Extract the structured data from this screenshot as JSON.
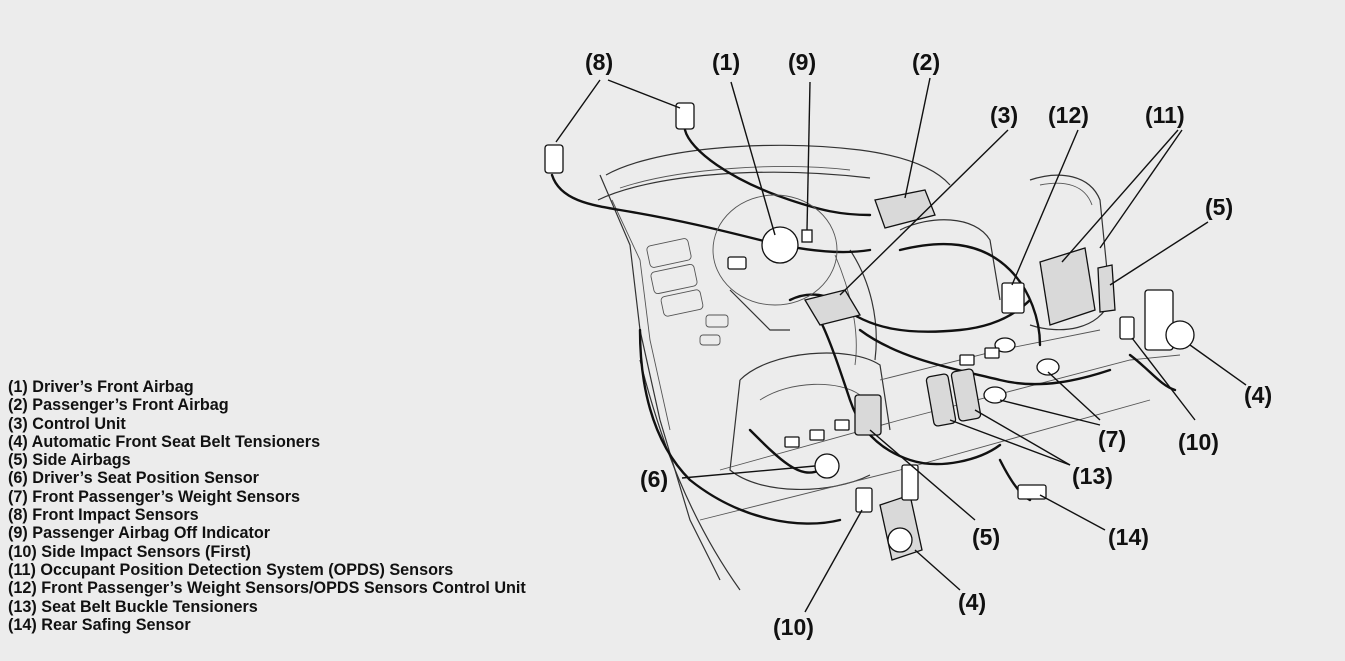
{
  "callouts": {
    "c8a": "(8)",
    "c1": "(1)",
    "c9": "(9)",
    "c2": "(2)",
    "c3": "(3)",
    "c12": "(12)",
    "c11": "(11)",
    "c5a": "(5)",
    "c4a": "(4)",
    "c10a": "(10)",
    "c7": "(7)",
    "c13": "(13)",
    "c6": "(6)",
    "c5b": "(5)",
    "c14": "(14)",
    "c4b": "(4)",
    "c10b": "(10)"
  },
  "legend": [
    "(1) Driver’s Front Airbag",
    "(2) Passenger’s Front Airbag",
    "(3) Control Unit",
    "(4) Automatic Front Seat Belt Tensioners",
    "(5) Side Airbags",
    "(6) Driver’s Seat Position Sensor",
    "(7) Front Passenger’s Weight Sensors",
    "(8) Front Impact Sensors",
    "(9) Passenger Airbag Off Indicator",
    "(10) Side Impact Sensors (First)",
    "(11) Occupant Position Detection System (OPDS) Sensors",
    "(12) Front Passenger’s Weight Sensors/OPDS Sensors Control Unit",
    "(13) Seat Belt Buckle Tensioners",
    "(14) Rear Safing Sensor"
  ]
}
